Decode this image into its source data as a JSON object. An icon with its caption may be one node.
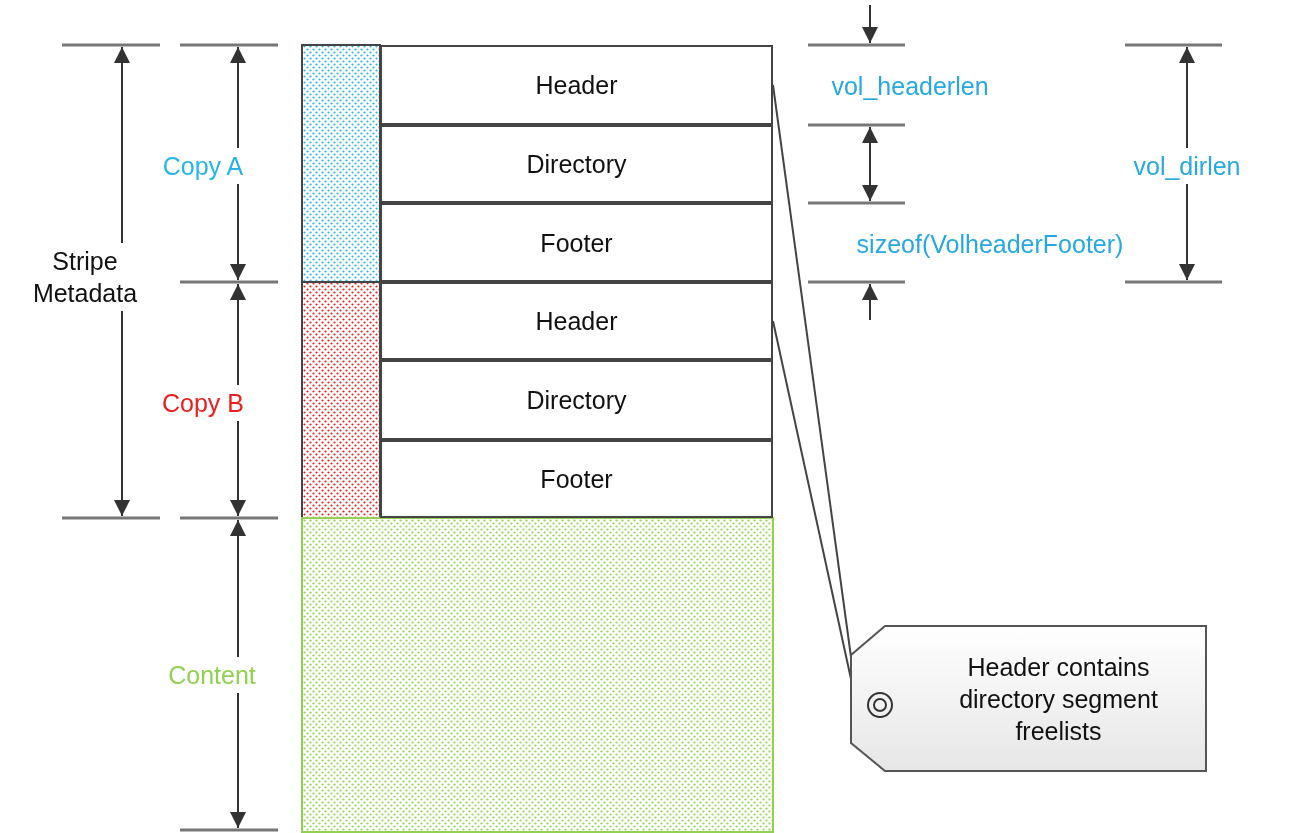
{
  "diagram": {
    "nodes": [
      {
        "text": [
          "Header"
        ]
      },
      {
        "text": [
          "Directory"
        ]
      },
      {
        "text": [
          "Footer"
        ]
      },
      {
        "text": [
          "Header"
        ]
      },
      {
        "text": [
          "Directory"
        ]
      },
      {
        "text": [
          "Footer"
        ]
      },
      {
        "text": [
          "Header contains directory segment freelists"
        ]
      }
    ],
    "edges": [
      {
        "from": 0,
        "to": 6,
        "arrow": "none"
      },
      {
        "from": 3,
        "to": 6,
        "arrow": "none"
      }
    ],
    "labels": [
      "vol_headerlen",
      "Copy A",
      "vol_dirlen",
      "Stripe Metadata",
      "sizeof(VolheaderFooter)",
      "Copy B",
      "Content"
    ]
  }
}
